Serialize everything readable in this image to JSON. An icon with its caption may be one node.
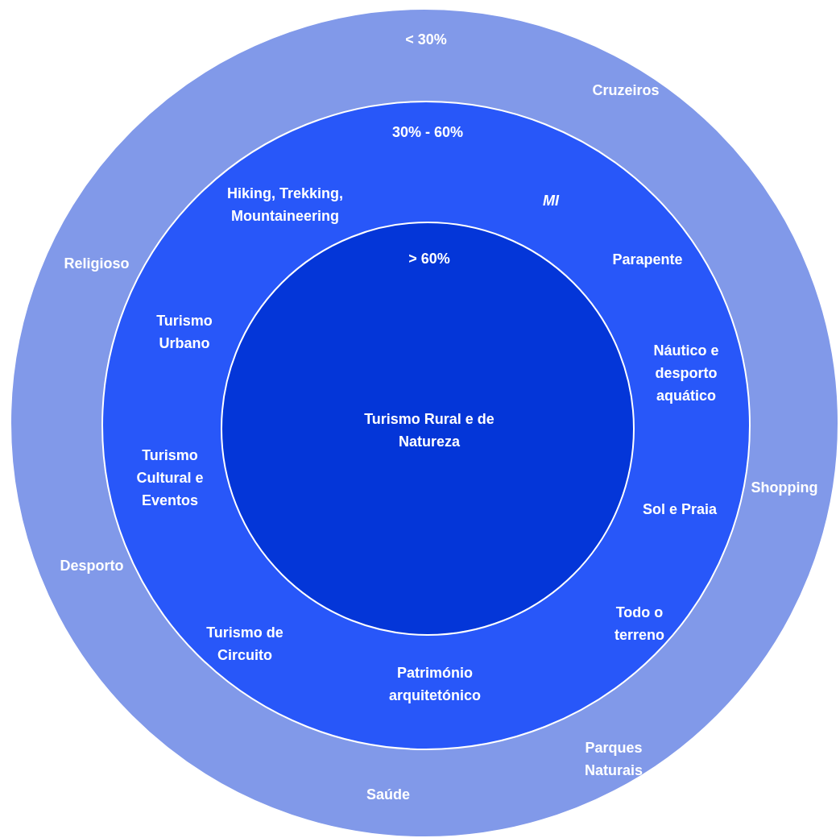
{
  "diagram": {
    "nodes": [
      {
        "text": [
          "< 30%",
          "Cruzeiros",
          "Religioso",
          "Shopping",
          "Desporto",
          "Parques Naturais",
          "Saúde"
        ]
      },
      {
        "text": [
          "30% - 60%",
          "Hiking, Trekking, Mountaineering",
          "MI",
          "Parapente",
          "Turismo Urbano",
          "Náutico e desporto aquático",
          "Turismo Cultural e Eventos",
          "Sol e Praia",
          "Todo o terreno",
          "Turismo de Circuito",
          "Património arquitetónico"
        ],
        "in": 0
      },
      {
        "text": [
          "> 60%",
          "Turismo Rural e de Natureza"
        ],
        "in": 1
      }
    ]
  }
}
